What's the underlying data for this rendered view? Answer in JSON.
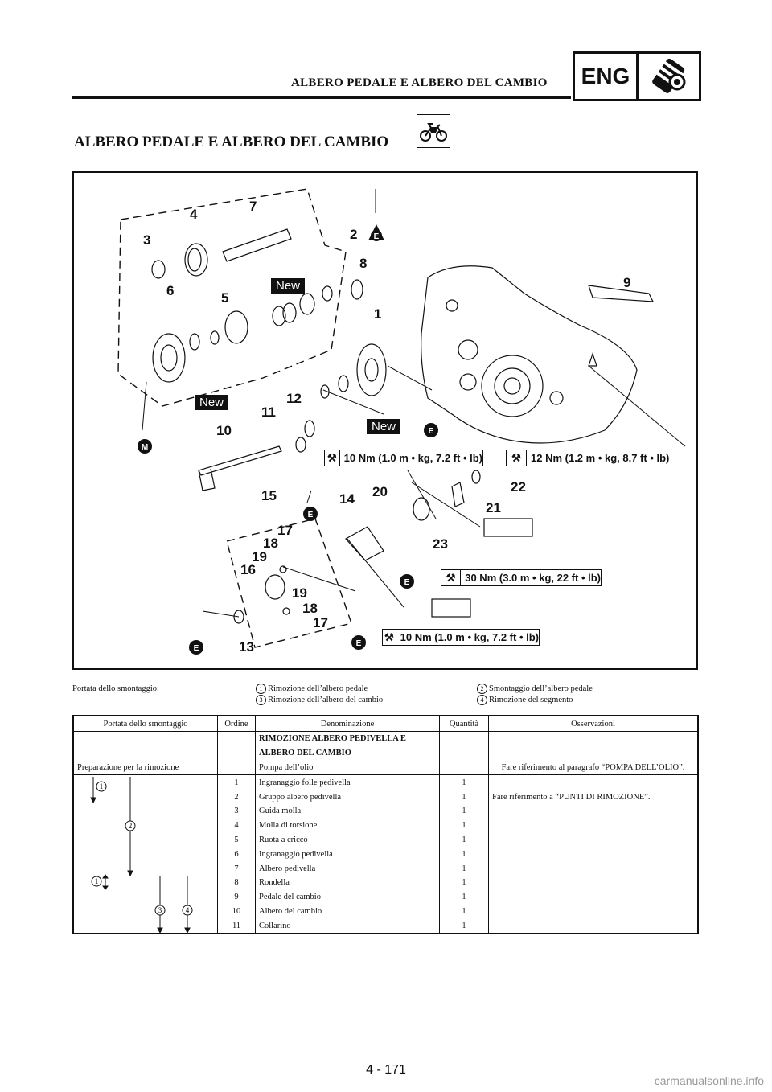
{
  "header": {
    "title": "ALBERO PEDALE E ALBERO DEL CAMBIO",
    "badge": "ENG",
    "icon": "engine-wrench-icon"
  },
  "section": {
    "title": "ALBERO PEDALE E ALBERO DEL CAMBIO",
    "icon": "motorcycle-icon"
  },
  "diagram": {
    "callouts": [
      "1",
      "2",
      "3",
      "4",
      "5",
      "6",
      "7",
      "8",
      "9",
      "10",
      "11",
      "12",
      "13",
      "14",
      "15",
      "16",
      "17",
      "18",
      "19",
      "20",
      "21",
      "22",
      "23",
      "17",
      "18",
      "19"
    ],
    "badges_new": [
      "New",
      "New",
      "New"
    ],
    "badges_oil": [
      "E",
      "E",
      "E",
      "E",
      "E",
      "E",
      "M"
    ],
    "torques": [
      "10 Nm (1.0 m • kg, 7.2 ft • lb)",
      "12 Nm (1.2 m • kg, 8.7 ft • lb)",
      "30 Nm (3.0 m • kg, 22 ft • lb)",
      "10 Nm (1.0 m • kg, 7.2 ft • lb)"
    ]
  },
  "summary": {
    "label": "Portata dello smontaggio:",
    "items": [
      {
        "num": "1",
        "text": "Rimozione dell’albero pedale"
      },
      {
        "num": "2",
        "text": "Smontaggio dell’albero pedale"
      },
      {
        "num": "3",
        "text": "Rimozione dell’albero del cambio"
      },
      {
        "num": "4",
        "text": "Rimozione del segmento"
      }
    ]
  },
  "table": {
    "headers": [
      "Portata dello smontaggio",
      "Ordine",
      "Denominazione",
      "Quantità",
      "Osservazioni"
    ],
    "group_title_1": "RIMOZIONE ALBERO PEDIVELLA E",
    "group_title_2": "ALBERO DEL CAMBIO",
    "prep": {
      "scope": "Preparazione per la rimozione",
      "name": "Pompa dell’olio",
      "note": "Fare riferimento al paragrafo “POMPA DELL’OLIO”."
    },
    "rows": [
      {
        "order": "1",
        "name": "Ingranaggio folle pedivella",
        "qty": "1",
        "note": ""
      },
      {
        "order": "2",
        "name": "Gruppo albero pedivella",
        "qty": "1",
        "note": "Fare riferimento a “PUNTI DI RIMOZIONE”."
      },
      {
        "order": "3",
        "name": "Guida molla",
        "qty": "1",
        "note": ""
      },
      {
        "order": "4",
        "name": "Molla di torsione",
        "qty": "1",
        "note": ""
      },
      {
        "order": "5",
        "name": "Ruota a cricco",
        "qty": "1",
        "note": ""
      },
      {
        "order": "6",
        "name": "Ingranaggio pedivella",
        "qty": "1",
        "note": ""
      },
      {
        "order": "7",
        "name": "Albero pedivella",
        "qty": "1",
        "note": ""
      },
      {
        "order": "8",
        "name": "Rondella",
        "qty": "1",
        "note": ""
      },
      {
        "order": "9",
        "name": "Pedale del cambio",
        "qty": "1",
        "note": ""
      },
      {
        "order": "10",
        "name": "Albero del cambio",
        "qty": "1",
        "note": ""
      },
      {
        "order": "11",
        "name": "Collarino",
        "qty": "1",
        "note": ""
      }
    ],
    "scope_markers": [
      "1",
      "2",
      "1",
      "3",
      "4"
    ]
  },
  "footer": {
    "page": "4 - 171",
    "watermark": "carmanualsonline.info"
  }
}
